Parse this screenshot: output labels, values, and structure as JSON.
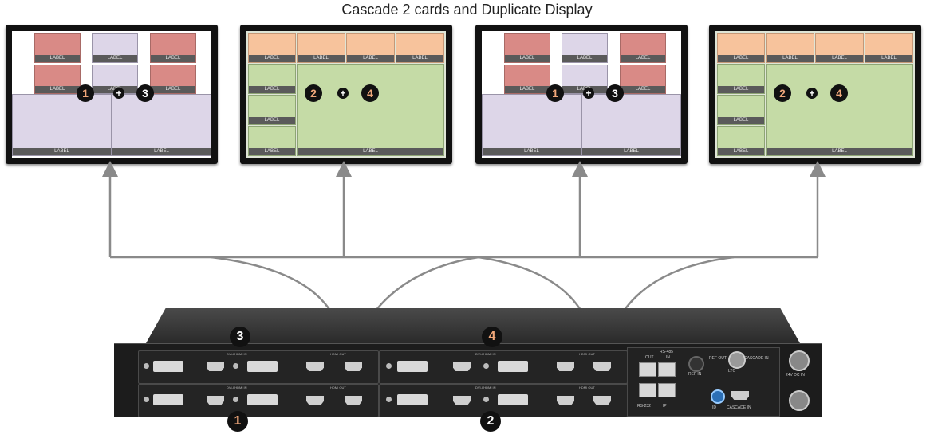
{
  "title": "Cascade 2 cards and Duplicate Display",
  "window_label": "LABEL",
  "monitors": [
    {
      "layout": "a",
      "badges": [
        "1",
        "3"
      ]
    },
    {
      "layout": "b",
      "badges": [
        "2",
        "4"
      ]
    },
    {
      "layout": "a",
      "badges": [
        "1",
        "3"
      ]
    },
    {
      "layout": "b",
      "badges": [
        "2",
        "4"
      ]
    }
  ],
  "card_badges": [
    "3",
    "4",
    "1",
    "2"
  ],
  "device": {
    "card_input_label": "DVI-I/HDMI IN",
    "card_output_label": "HDMI OUT",
    "ports": [
      "RS-485",
      "OUT",
      "IN",
      "REF IN",
      "REF OUT",
      "LTC",
      "CASCADE IN",
      "RS-232",
      "IP",
      "ID",
      "CASCADE IN",
      "24V DC IN"
    ]
  },
  "colors": {
    "red": "#d98a86",
    "lavender": "#ddd6e8",
    "orange": "#f7c39c",
    "green": "#c5dba6",
    "wire": "#8a8a8a"
  }
}
